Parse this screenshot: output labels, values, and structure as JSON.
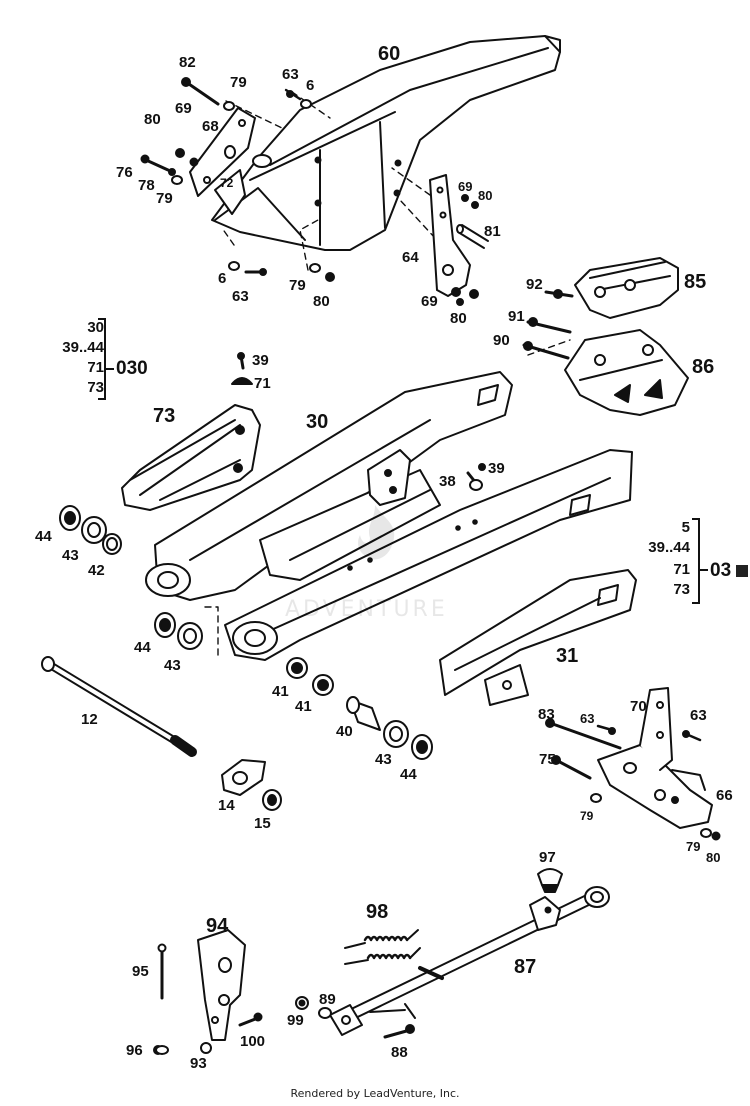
{
  "labels": {
    "p60": "60",
    "p82": "82",
    "p79a": "79",
    "p63a": "63",
    "p6a": "6",
    "p80a": "80",
    "p69a": "69",
    "p68": "68",
    "p76": "76",
    "p78": "78",
    "p79b": "79",
    "p72": "72",
    "p6b": "6",
    "p63b": "63",
    "p79c": "79",
    "p80b": "80",
    "p69b": "69",
    "p80c": "80",
    "p81": "81",
    "p64": "64",
    "p69c": "69",
    "p80d": "80",
    "p92": "92",
    "p85": "85",
    "p91": "91",
    "p90": "90",
    "p86": "86",
    "p39a": "39",
    "p71": "71",
    "p73": "73",
    "p30": "30",
    "p38": "38",
    "p39b": "39",
    "p44a": "44",
    "p43a": "43",
    "p42": "42",
    "p44b": "44",
    "p43b": "43",
    "p12": "12",
    "p41a": "41",
    "p41b": "41",
    "p40": "40",
    "p43c": "43",
    "p44c": "44",
    "p31": "31",
    "p14": "14",
    "p15": "15",
    "p83": "83",
    "p63c": "63",
    "p70": "70",
    "p63d": "63",
    "p75": "75",
    "p66": "66",
    "p79d": "79",
    "p79e": "79",
    "p80e": "80",
    "p97": "97",
    "p98": "98",
    "p87": "87",
    "p94": "94",
    "p95": "95",
    "p89": "89",
    "p99": "99",
    "p100": "100",
    "p88": "88",
    "p96": "96",
    "p93": "93"
  },
  "group_left": {
    "rows": [
      "30",
      "39..44",
      "71",
      "73"
    ],
    "code": "030"
  },
  "group_right": {
    "rows": [
      "5",
      "39..44",
      "71",
      "73"
    ],
    "code": "03"
  },
  "watermark": "ADVENTURE",
  "footer": "Rendered by LeadVenture, Inc."
}
